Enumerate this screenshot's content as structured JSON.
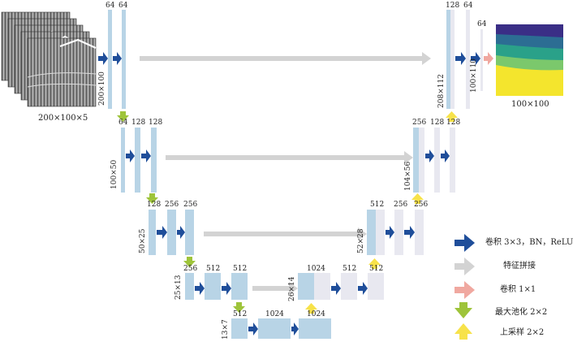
{
  "input": {
    "caption": "200×100×5"
  },
  "output": {
    "caption": "100×100"
  },
  "channels": {
    "l1_a": "64",
    "l1_b": "64",
    "l2_a": "64",
    "l2_b": "128",
    "l2_c": "128",
    "l3_a": "128",
    "l3_b": "256",
    "l3_c": "256",
    "l4_a": "256",
    "l4_b": "512",
    "l4_c": "512",
    "bottom_a": "512",
    "bottom_b": "1024",
    "bottom_c": "1024",
    "u4_a": "1024",
    "u4_b": "512",
    "u4_c": "512",
    "u3_a": "512",
    "u3_b": "256",
    "u3_c": "256",
    "u2_a": "256",
    "u2_b": "128",
    "u2_c": "128",
    "u1_a": "128",
    "u1_b": "64",
    "u1_c": "64"
  },
  "sizes": {
    "l1": "200×100",
    "l2": "100×50",
    "l3": "50×25",
    "l4": "25×13",
    "bottom": "13×7",
    "u4": "26×14",
    "u3": "52×28",
    "u2": "104×56",
    "u1": "208×112",
    "out": "100×110"
  },
  "legend": {
    "conv": "卷积 3×3，BN，ReLU",
    "concat": "特征拼接",
    "conv1": "卷积 1×1",
    "pool": "最大池化 2×2",
    "up": "上采样 2×2"
  },
  "colors": {
    "block": "#b8d4e6",
    "block_light": "#e8e8f0",
    "conv_arrow": "#1f4e9a",
    "concat_arrow": "#d3d3d3",
    "conv1_arrow": "#f0a8a0",
    "pool_arrow": "#9ec43a",
    "up_arrow": "#f7e24a"
  }
}
